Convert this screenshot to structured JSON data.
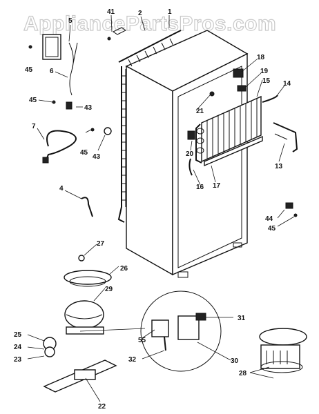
{
  "watermark": "AppliancePartsPros.com",
  "colors": {
    "ink": "#111111",
    "background": "#ffffff",
    "watermark": "#c9c9c9"
  },
  "callouts": {
    "c1": "1",
    "c2": "2",
    "c4": "4",
    "c5": "5",
    "c6": "6",
    "c7": "7",
    "c13": "13",
    "c14": "14",
    "c15": "15",
    "c16": "16",
    "c17": "17",
    "c18": "18",
    "c19": "19",
    "c20": "20",
    "c21": "21",
    "c22": "22",
    "c23": "23",
    "c24": "24",
    "c25": "25",
    "c26": "26",
    "c27": "27",
    "c28": "28",
    "c29": "29",
    "c30": "30",
    "c31": "31",
    "c32": "32",
    "c41": "41",
    "c43a": "43",
    "c43b": "43",
    "c44": "44",
    "c45a": "45",
    "c45b": "45",
    "c45c": "45",
    "c45d": "45",
    "c55": "55"
  }
}
